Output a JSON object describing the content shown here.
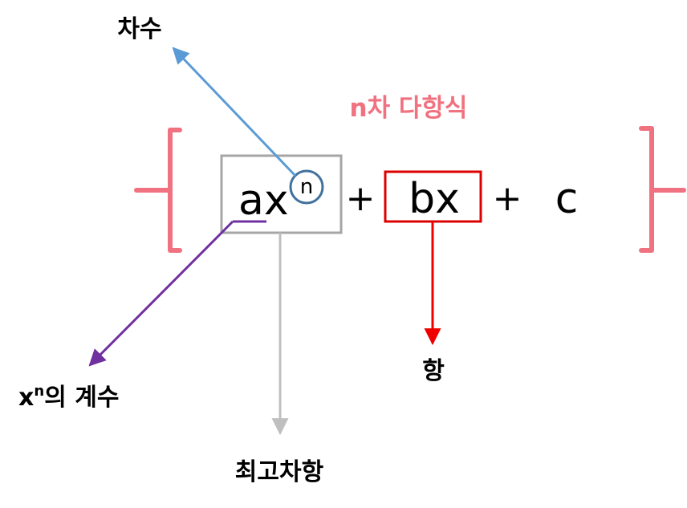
{
  "heading": "n차 다항식",
  "expression": {
    "term1_base": "ax",
    "term1_exponent": "n",
    "plus1": "+",
    "term2": "bx",
    "plus2": "+",
    "term3": "c"
  },
  "labels": {
    "degree": "차수",
    "coefficient_base": "x",
    "coefficient_exponent": "n",
    "coefficient_suffix": "의 계수",
    "highest_term": "최고차항",
    "term": "항"
  },
  "colors": {
    "heading": "#f0717f",
    "brace": "#f0717f",
    "degree_arrow": "#5b9bd5",
    "coefficient_arrow": "#7030a0",
    "highest_term_arrow": "#bfbfbf",
    "term_arrow": "#ee0000",
    "highest_term_box": "#a6a6a6",
    "term_box": "#dd0000",
    "exponent_circle": "#41719c",
    "text": "#000000"
  }
}
